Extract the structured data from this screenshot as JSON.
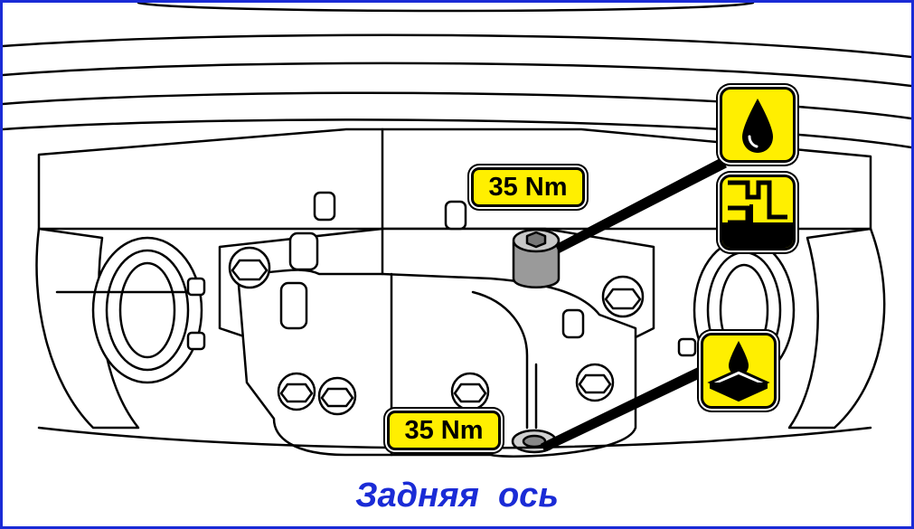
{
  "labels": {
    "torque_upper": "35 Nm",
    "torque_lower": "35 Nm",
    "caption": "Задняя  ось"
  },
  "icons": {
    "upper_symbol": "oil-fill-icon",
    "middle_symbol": "oil-level-icon",
    "lower_symbol": "oil-drain-icon"
  },
  "colors": {
    "label_fill": "#ffef00",
    "caption_text": "#1a2bd6",
    "frame_border": "#1a2bd6"
  }
}
